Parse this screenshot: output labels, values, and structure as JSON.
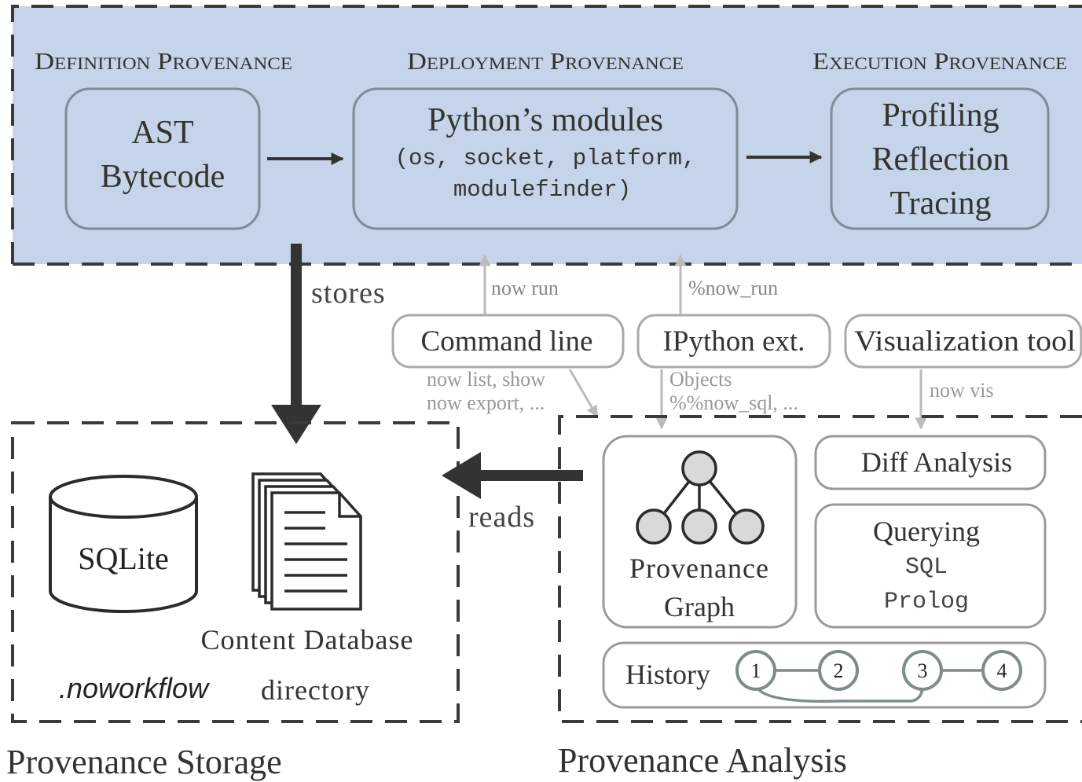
{
  "top": {
    "definition": {
      "title": "Definition Provenance",
      "lines": [
        "AST",
        "Bytecode"
      ]
    },
    "deployment": {
      "title": "Deployment Provenance",
      "line1": "Python’s modules",
      "line2": "(os, socket, platform,",
      "line3": "modulefinder)"
    },
    "execution": {
      "title": "Execution Provenance",
      "lines": [
        "Profiling",
        "Reflection",
        "Tracing"
      ]
    }
  },
  "arrows": {
    "stores": "stores",
    "reads": "reads",
    "now_run": "now run",
    "pct_now_run": "%now_run",
    "now_vis": "now vis"
  },
  "tools": {
    "command_line": "Command line",
    "ipython": "IPython ext.",
    "visualization": "Visualization tool",
    "cmd_sub1": "now list, show",
    "cmd_sub2": "now export, ...",
    "ipy_sub1": "Objects",
    "ipy_sub2": "%%now_sql, ..."
  },
  "storage": {
    "sqlite": "SQLite",
    "content_db": "Content Database",
    "dir_name": ".noworkflow",
    "dir_label": "directory",
    "section_title": "Provenance Storage"
  },
  "analysis": {
    "graph_line1": "Provenance",
    "graph_line2": "Graph",
    "diff": "Diff Analysis",
    "querying": "Querying",
    "sql": "SQL",
    "prolog": "Prolog",
    "history": "History",
    "nodes": [
      "1",
      "2",
      "3",
      "4"
    ],
    "section_title": "Provenance Analysis"
  },
  "colors": {
    "band": "#c5d4e8",
    "dark": "#333333",
    "grey": "#8a8a8a",
    "light_arrow": "#b9b9b9",
    "history_node": "#7f8c8c"
  }
}
